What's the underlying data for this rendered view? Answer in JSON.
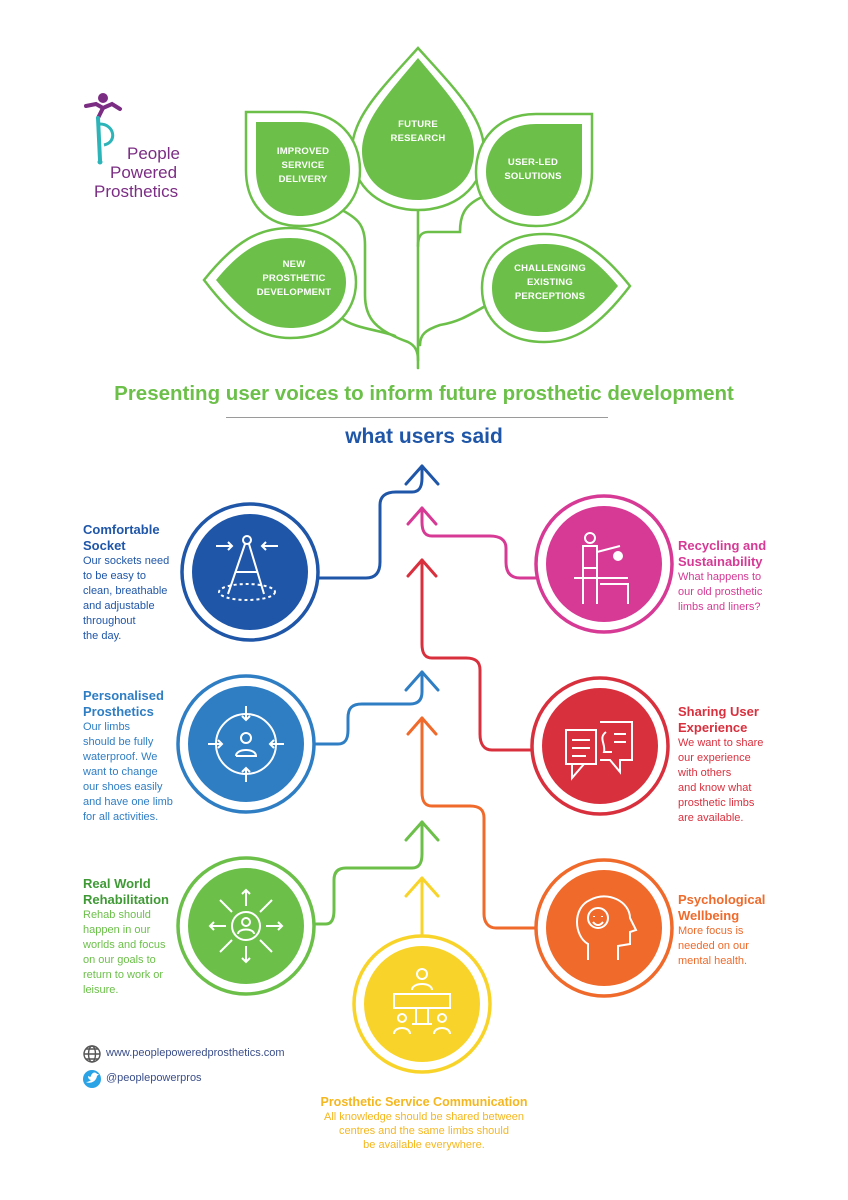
{
  "logo": {
    "line1": "People",
    "line2": "Powered",
    "line3": "Prosthetics"
  },
  "tree": {
    "leaves": [
      {
        "id": "future-research",
        "line1": "FUTURE",
        "line2": "RESEARCH",
        "line3": ""
      },
      {
        "id": "improved-service",
        "line1": "IMPROVED",
        "line2": "SERVICE",
        "line3": "DELIVERY"
      },
      {
        "id": "user-led",
        "line1": "USER-LED",
        "line2": "SOLUTIONS",
        "line3": ""
      },
      {
        "id": "new-prosthetic",
        "line1": "NEW",
        "line2": "PROSTHETIC",
        "line3": "DEVELOPMENT"
      },
      {
        "id": "challenging",
        "line1": "CHALLENGING",
        "line2": "EXISTING",
        "line3": "PERCEPTIONS"
      }
    ]
  },
  "headline": "Presenting user voices to inform future prosthetic development",
  "subheadline": "what users said",
  "nodes": {
    "comfortable": {
      "title1": "Comfortable",
      "title2": "Socket",
      "desc": [
        "Our sockets need",
        "to be easy to",
        "clean, breathable",
        "and adjustable",
        "throughout",
        "the day."
      ]
    },
    "personalised": {
      "title1": "Personalised",
      "title2": "Prosthetics",
      "desc": [
        "Our limbs",
        "should be fully",
        "waterproof. We",
        "want to change",
        "our shoes easily",
        "and have one limb",
        "for all activities."
      ]
    },
    "realworld": {
      "title1": "Real World",
      "title2": "Rehabilitation",
      "desc": [
        "Rehab should",
        "happen in our",
        "worlds and focus",
        "on our goals to",
        "return to work or",
        "leisure."
      ]
    },
    "recycling": {
      "title1": "Recycling and",
      "title2": "Sustainability",
      "desc": [
        "What happens to",
        "our old prosthetic",
        "limbs and liners?"
      ]
    },
    "sharing": {
      "title1": "Sharing User",
      "title2": "Experience",
      "desc": [
        "We want to share",
        "our experience",
        "with others",
        "and know what",
        "prosthetic limbs",
        "are available."
      ]
    },
    "psych": {
      "title1": "Psychological",
      "title2": "Wellbeing",
      "desc": [
        "More focus is",
        "needed on our",
        "mental health."
      ]
    },
    "communication": {
      "title": "Prosthetic Service Communication",
      "desc": [
        "All knowledge should be shared between",
        "centres and the same limbs should",
        "be available everywhere."
      ]
    }
  },
  "contact": {
    "website": "www.peoplepoweredprosthetics.com",
    "twitter": "@peoplepowerpros"
  },
  "colors": {
    "green": "#6cc04a",
    "darkblue": "#1f56a8",
    "blue": "#2f7ec4",
    "magenta": "#d63a95",
    "red": "#d9303e",
    "orange": "#ef6a2b",
    "yellow": "#f8d42a",
    "purple": "#7b2d83",
    "teal": "#2db4b9"
  }
}
